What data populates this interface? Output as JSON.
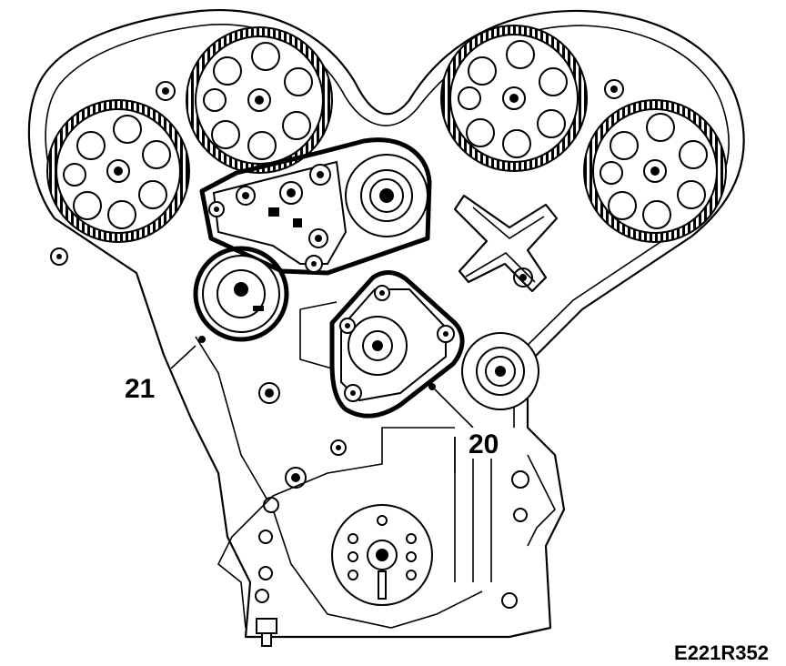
{
  "callouts": {
    "tensioner": "20",
    "belt": "21"
  },
  "figure_ref": "E221R352"
}
